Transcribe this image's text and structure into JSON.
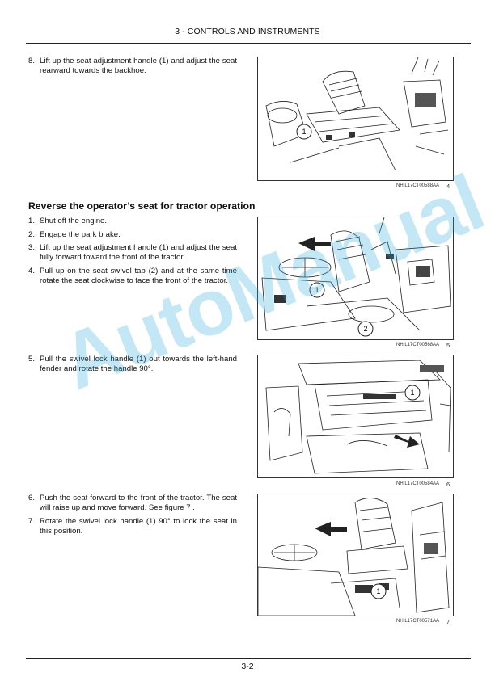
{
  "header": {
    "title": "3 - CONTROLS AND INSTRUMENTS"
  },
  "steps_top": [
    {
      "num": "8.",
      "text": "Lift up the seat adjustment handle (1) and adjust the seat rearward towards the backhoe."
    }
  ],
  "section": {
    "title": "Reverse the operator’s seat for tractor operation"
  },
  "steps_mid": [
    {
      "num": "1.",
      "text": "Shut off the engine."
    },
    {
      "num": "2.",
      "text": "Engage the park brake."
    },
    {
      "num": "3.",
      "text": "Lift up the seat adjustment handle (1) and adjust the seat fully forward toward the front of the tractor."
    },
    {
      "num": "4.",
      "text": "Pull up on the seat swivel tab (2) and at the same time rotate the seat clockwise to face the front of the tractor."
    }
  ],
  "steps_5": [
    {
      "num": "5.",
      "text": "Pull the swivel lock handle (1) out towards the left-hand fender and rotate the handle 90°."
    }
  ],
  "steps_bottom": [
    {
      "num": "6.",
      "text": "Push the seat forward to the front of the tractor. The seat will raise up and move forward. See figure 7 ."
    },
    {
      "num": "7.",
      "text": "Rotate the swivel lock handle (1) 90° to lock the seat in this position."
    }
  ],
  "figures": [
    {
      "caption": "NHIL17CT00588AA",
      "number": "4",
      "callouts": [
        "1"
      ]
    },
    {
      "caption": "NHIL17CT00568AA",
      "number": "5",
      "callouts": [
        "1",
        "2"
      ]
    },
    {
      "caption": "NHIL17CT00584AA",
      "number": "6",
      "callouts": [
        "1"
      ]
    },
    {
      "caption": "NHIL17CT00571AA",
      "number": "7",
      "callouts": [
        "1"
      ]
    }
  ],
  "watermark": "AutoManual",
  "footer": {
    "page": "3-2"
  }
}
